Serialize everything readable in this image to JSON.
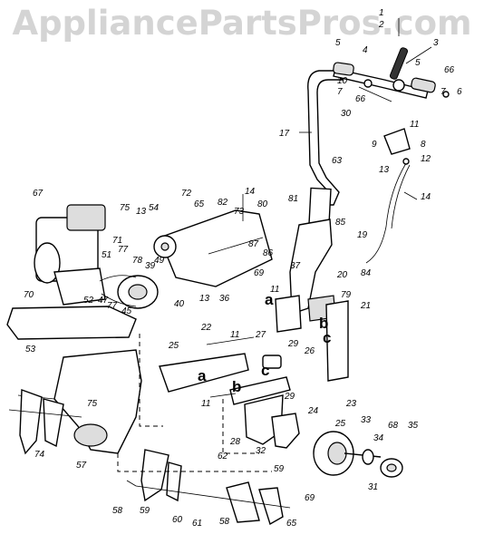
{
  "watermark": "AppliancePartsPros.com",
  "callouts": [
    "1",
    "2",
    "3",
    "4",
    "5",
    "5",
    "6",
    "7",
    "7",
    "8",
    "9",
    "10",
    "11",
    "11",
    "11",
    "11",
    "12",
    "13",
    "13",
    "13",
    "14",
    "14",
    "17",
    "19",
    "20",
    "21",
    "22",
    "23",
    "24",
    "25",
    "25",
    "26",
    "27",
    "28",
    "29",
    "29",
    "30",
    "31",
    "32",
    "33",
    "34",
    "35",
    "36",
    "37",
    "39",
    "40",
    "45",
    "47",
    "49",
    "51",
    "52",
    "53",
    "54",
    "57",
    "58",
    "58",
    "59",
    "59",
    "60",
    "61",
    "62",
    "63",
    "65",
    "65",
    "66",
    "66",
    "67",
    "68",
    "69",
    "69",
    "70",
    "71",
    "72",
    "73",
    "74",
    "75",
    "75",
    "77",
    "77",
    "78",
    "79",
    "80",
    "81",
    "82",
    "84",
    "85",
    "86",
    "87"
  ],
  "letter_tags": [
    "a",
    "b",
    "c",
    "a",
    "b",
    "c"
  ]
}
